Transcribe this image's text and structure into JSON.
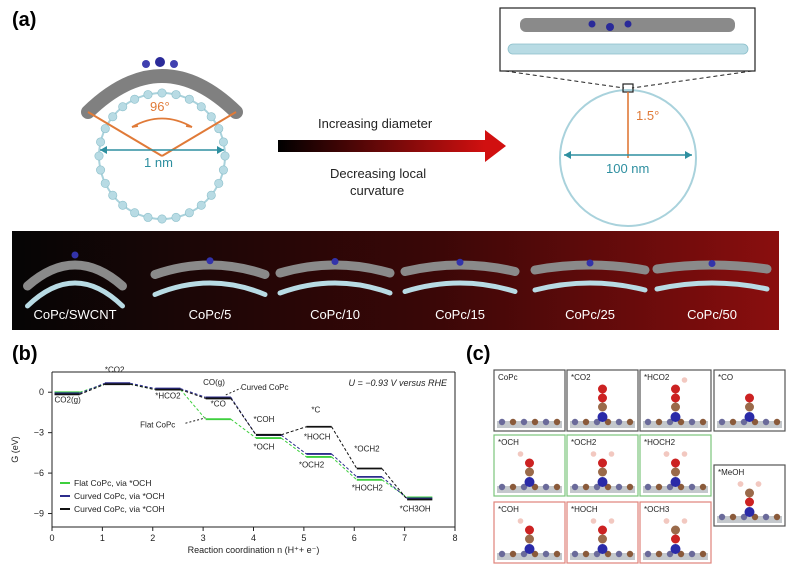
{
  "panels": {
    "a": {
      "label": "(a)",
      "left_angle": "96°",
      "left_diameter": "1 nm",
      "arrow_top": "Increasing diameter",
      "arrow_bottom_1": "Decreasing local",
      "arrow_bottom_2": "curvature",
      "right_angle": "1.5°",
      "right_diameter": "100 nm",
      "series": [
        "CoPc/SWCNT",
        "CoPc/5",
        "CoPc/10",
        "CoPc/15",
        "CoPc/25",
        "CoPc/50"
      ]
    },
    "b": {
      "label": "(b)"
    },
    "c": {
      "label": "(c)",
      "cells": [
        {
          "label": "CoPc",
          "border": "#555555"
        },
        {
          "label": "*CO2",
          "border": "#555555"
        },
        {
          "label": "*HCO2",
          "border": "#555555"
        },
        {
          "label": "*CO",
          "border": "#555555"
        },
        {
          "label": "*OCH",
          "border": "#7bc47b"
        },
        {
          "label": "*OCH2",
          "border": "#7bc47b"
        },
        {
          "label": "*HOCH2",
          "border": "#7bc47b"
        },
        {
          "label": "*MeOH",
          "border": "#555555"
        },
        {
          "label": "*COH",
          "border": "#e0837a"
        },
        {
          "label": "*HOCH",
          "border": "#e0837a"
        },
        {
          "label": "*OCH3",
          "border": "#e0837a"
        }
      ]
    }
  },
  "chart_data": {
    "type": "line",
    "xlabel": "Reaction coordination n (H⁺+ e⁻)",
    "ylabel": "G (eV)",
    "xlim": [
      0,
      8
    ],
    "ylim": [
      -10,
      1.5
    ],
    "xticks": [
      0,
      1,
      2,
      3,
      4,
      5,
      6,
      7,
      8
    ],
    "yticks": [
      0,
      -3,
      -6,
      -9
    ],
    "annotation": "U = −0.93 V versus RHE",
    "series": [
      {
        "name": "Flat CoPc, via *OCH",
        "color": "#3ecf3e",
        "dashed": true,
        "steps": [
          [
            0,
            0
          ],
          [
            1,
            0.6
          ],
          [
            2,
            0.2
          ],
          [
            3,
            -2.0
          ],
          [
            4,
            -3.4
          ],
          [
            5,
            -4.8
          ],
          [
            6,
            -6.5
          ],
          [
            7,
            -7.8
          ]
        ]
      },
      {
        "name": "Curved CoPc, via *OCH",
        "color": "#2c2c8c",
        "dashed": true,
        "steps": [
          [
            0,
            0
          ],
          [
            1,
            0.75
          ],
          [
            2,
            0.35
          ],
          [
            3,
            -0.3
          ],
          [
            4,
            -3.1
          ],
          [
            5,
            -4.5
          ],
          [
            6,
            -6.2
          ],
          [
            7,
            -7.8
          ]
        ]
      },
      {
        "name": "Curved CoPc, via *COH",
        "color": "#111111",
        "dashed": true,
        "steps": [
          [
            0,
            0
          ],
          [
            1,
            0.75
          ],
          [
            2,
            0.35
          ],
          [
            3,
            -0.3
          ],
          [
            4,
            -3.0
          ],
          [
            5,
            -2.4
          ],
          [
            6,
            -5.5
          ],
          [
            7,
            -7.8
          ]
        ]
      }
    ],
    "labels": [
      "CO2(g)",
      "*CO2",
      "*HCO2",
      "CO(g)",
      "*CO",
      "*COH",
      "*OCH",
      "*C",
      "*HOCH",
      "*OCH2",
      "*HOCH2",
      "*OCH2",
      "*CH3OH",
      "Curved CoPc",
      "Flat CoPc"
    ]
  }
}
